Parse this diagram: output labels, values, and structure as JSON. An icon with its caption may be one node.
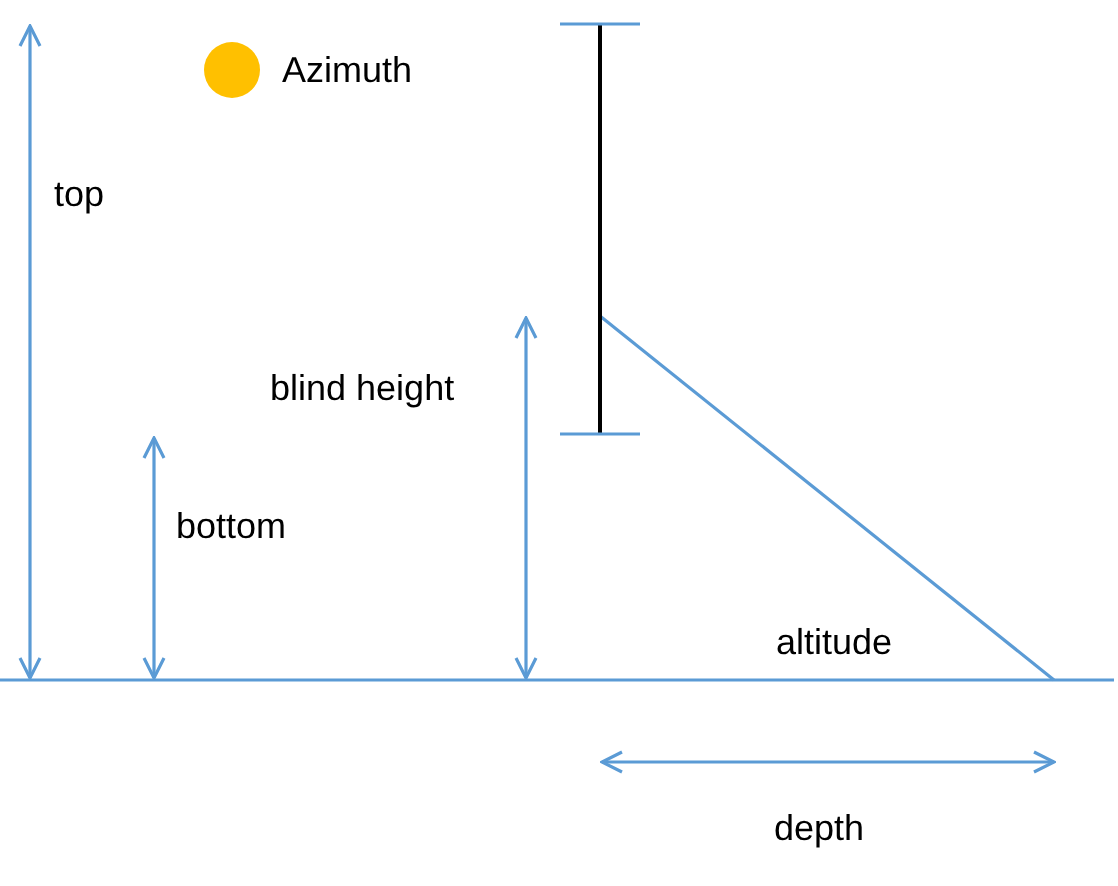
{
  "diagram": {
    "labels": [
      "Azimuth",
      "top",
      "blind height",
      "bottom",
      "altitude",
      "depth"
    ]
  }
}
